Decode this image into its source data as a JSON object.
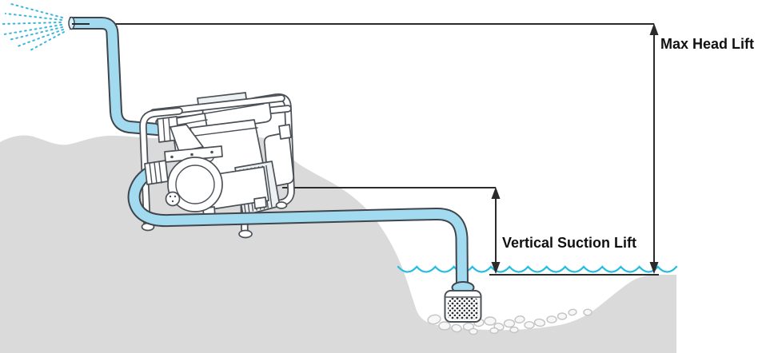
{
  "diagram": {
    "title": "Pump head and suction lift diagram",
    "labels": {
      "max_head_lift": "Max Head Lift",
      "vertical_suction_lift": "Vertical Suction Lift"
    },
    "parts": [
      "water-spray",
      "discharge-pipe",
      "engine-pump",
      "suction-hose",
      "strainer",
      "water-surface",
      "terrain",
      "rocks",
      "max-head-dimension",
      "suction-lift-dimension"
    ]
  },
  "colors": {
    "water": "#29bde2",
    "spray": "#3db6dc",
    "hose_fill": "#a2daf0",
    "hose_outline": "#3f454b",
    "pump_outline": "#4b5157",
    "terrain": "#dadada",
    "dimension": "#2b2b2b",
    "label": "#111111",
    "background": "#ffffff"
  }
}
